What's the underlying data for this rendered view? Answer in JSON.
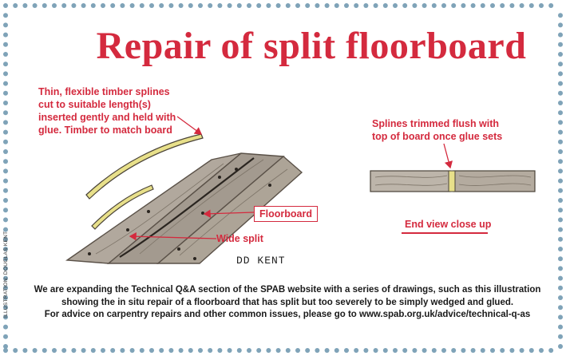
{
  "title": "Repair of split floorboard",
  "annotations": {
    "splines_note": [
      "Thin, flexible timber splines",
      "cut to suitable length(s)",
      "inserted gently and held with",
      "glue. Timber to match board"
    ],
    "trimmed_note": [
      "Splines trimmed flush with",
      "top of board once glue sets"
    ],
    "floorboard_label": "Floorboard",
    "wide_split_label": "Wide split",
    "end_view_label": "End view close up"
  },
  "signature": "DD KENT",
  "credit": "ILLUSTRATION: DOUGLAS KENT",
  "footer": {
    "line1": "We are expanding the Technical Q&A section of the SPAB website with a series of drawings, such as this illustration",
    "line2": "showing the in situ repair of a floorboard that has split but too severely to be simply wedged and glued.",
    "line3": "For advice on carpentry repairs and other common issues, please go to www.spab.org.uk/advice/technical-q-as"
  },
  "colors": {
    "accent_red": "#d42a3e",
    "border_dots": "#7fa3b8",
    "wood": "#a89f94",
    "spline": "#e8e08a"
  }
}
